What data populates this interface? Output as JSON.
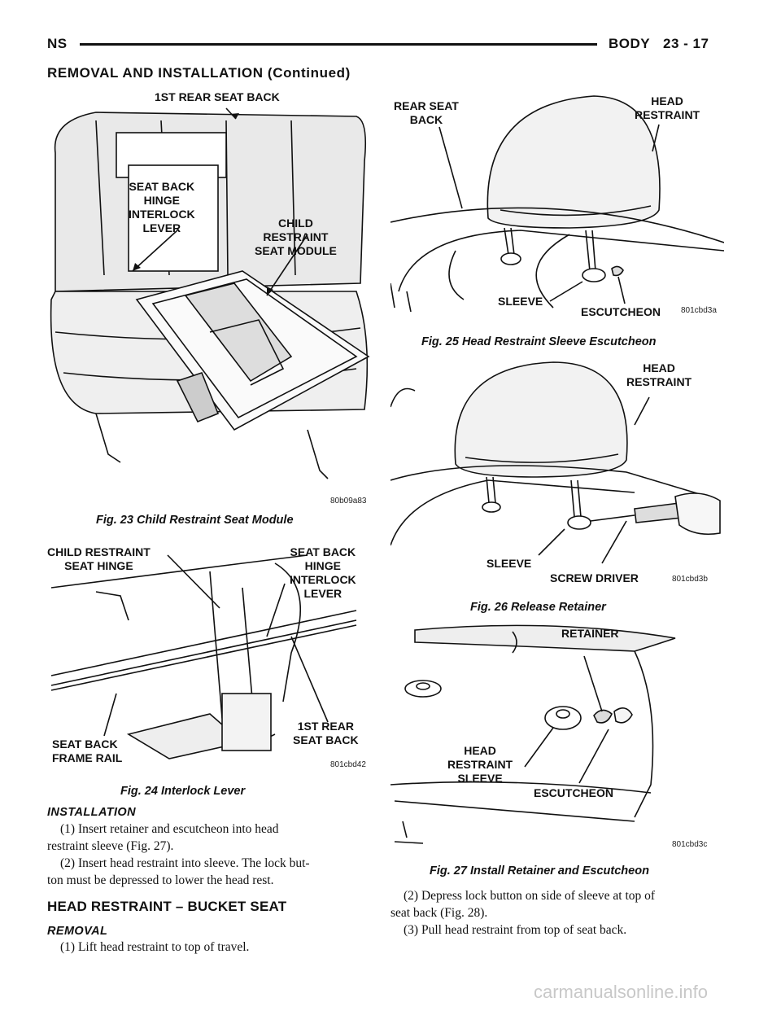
{
  "header": {
    "left": "NS",
    "right_title": "BODY",
    "page": "23 - 17"
  },
  "subheader": "REMOVAL AND INSTALLATION (Continued)",
  "fig23": {
    "labels": {
      "top": "1ST REAR SEAT BACK",
      "hinge": "SEAT BACK\nHINGE\nINTERLOCK\nLEVER",
      "module": "CHILD\nRESTRAINT\nSEAT MODULE"
    },
    "code": "80b09a83",
    "caption": "Fig. 23 Child Restraint Seat Module"
  },
  "fig24": {
    "labels": {
      "child_hinge": "CHILD RESTRAINT\nSEAT HINGE",
      "interlock": "SEAT BACK\nHINGE\nINTERLOCK\nLEVER",
      "frame_rail": "SEAT BACK\nFRAME RAIL",
      "first_rear": "1ST REAR\nSEAT BACK"
    },
    "code": "801cbd42",
    "caption": "Fig. 24 Interlock Lever"
  },
  "fig25": {
    "labels": {
      "rear_seat": "REAR SEAT\nBACK",
      "head": "HEAD\nRESTRAINT",
      "sleeve": "SLEEVE",
      "escutcheon": "ESCUTCHEON"
    },
    "code": "801cbd3a",
    "caption": "Fig. 25 Head Restraint Sleeve Escutcheon"
  },
  "fig26": {
    "labels": {
      "head": "HEAD\nRESTRAINT",
      "sleeve": "SLEEVE",
      "screwdriver": "SCREW DRIVER"
    },
    "code": "801cbd3b",
    "caption": "Fig. 26 Release Retainer"
  },
  "fig27": {
    "labels": {
      "retainer": "RETAINER",
      "sleeve": "HEAD\nRESTRAINT\nSLEEVE",
      "escutcheon": "ESCUTCHEON"
    },
    "code": "801cbd3c",
    "caption": "Fig. 27 Install Retainer and Escutcheon"
  },
  "left_text": {
    "installation_heading": "INSTALLATION",
    "step1_l1": "(1) Insert retainer and escutcheon into head",
    "step1_l2": "restraint sleeve (Fig. 27).",
    "step2_l1": "(2) Insert head restraint into sleeve. The lock but-",
    "step2_l2": "ton must be depressed to lower the head rest.",
    "section_heading": "HEAD RESTRAINT – BUCKET SEAT",
    "removal_heading": "REMOVAL",
    "removal_step1": "(1) Lift head restraint to top of travel."
  },
  "right_text": {
    "step2_l1": "(2) Depress lock button on side of sleeve at top of",
    "step2_l2": "seat back (Fig. 28).",
    "step3": "(3) Pull head restraint from top of seat back."
  },
  "watermark": "carmanualsonline.info"
}
